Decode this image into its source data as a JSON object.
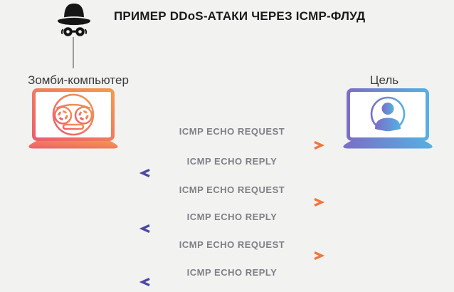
{
  "title": "ПРИМЕР DDoS-АТАКИ ЧЕРЕЗ ICMP-ФЛУД",
  "attacker": {
    "label": "Зомби-компьютер",
    "icon": "hacker-hat-icon",
    "computer_icon": "zombie-laptop-icon"
  },
  "target": {
    "label": "Цель",
    "computer_icon": "user-laptop-icon"
  },
  "messages": [
    {
      "label": "ICMP ECHO REQUEST",
      "direction": "right"
    },
    {
      "label": "ICMP ECHO REPLY",
      "direction": "left"
    },
    {
      "label": "ICMP ECHO REQUEST",
      "direction": "right"
    },
    {
      "label": "ICMP ECHO REPLY",
      "direction": "left"
    },
    {
      "label": "ICMP ECHO REQUEST",
      "direction": "right"
    },
    {
      "label": "ICMP ECHO REPLY",
      "direction": "left"
    }
  ],
  "colors": {
    "background": "#f2f2f1",
    "title_text": "#1a1a1a",
    "node_label_text": "#3b3b3b",
    "message_label_text": "#7f7f87",
    "request_gradient_start": "#e85f5d",
    "request_gradient_end": "#f18c4f",
    "request_arrowhead": "#f0763d",
    "reply_gradient_start": "#5a57ab",
    "reply_gradient_end": "#87bde3",
    "reply_arrowhead": "#4c49a2",
    "zombie_gradient_start": "#ee5d6e",
    "zombie_gradient_end": "#f29a4b",
    "target_gradient_start": "#7b6ec6",
    "target_gradient_end": "#55b0e2",
    "hat_icon": "#151515",
    "connector_line": "#9b9b9b"
  }
}
